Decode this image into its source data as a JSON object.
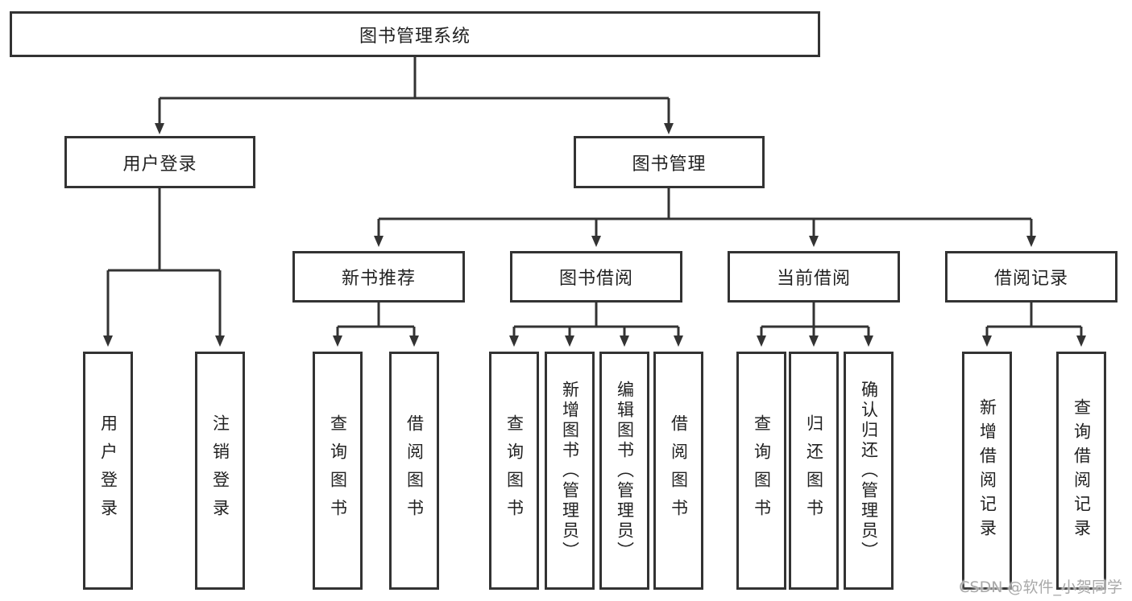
{
  "diagram": {
    "root": "图书管理系统",
    "level2": {
      "user_login": "用户登录",
      "book_mgmt": "图书管理"
    },
    "level3": {
      "new_book": "新书推荐",
      "book_borrow": "图书借阅",
      "current_borrow": "当前借阅",
      "borrow_record": "借阅记录"
    },
    "leaves": {
      "user_login": [
        "用户登录",
        "注销登录"
      ],
      "new_book": [
        "查询图书",
        "借阅图书"
      ],
      "book_borrow": [
        "查询图书",
        "新增图书（管理员）",
        "编辑图书（管理员）",
        "借阅图书"
      ],
      "current_borrow": [
        "查询图书",
        "归还图书",
        "确认归还（管理员）"
      ],
      "borrow_record": [
        "新增借阅记录",
        "查询借阅记录"
      ]
    }
  },
  "watermark": "CSDN @软件_小贺同学",
  "colors": {
    "line": "#333333",
    "text": "#222222",
    "watermark": "#a9a9a9",
    "background": "#ffffff"
  }
}
